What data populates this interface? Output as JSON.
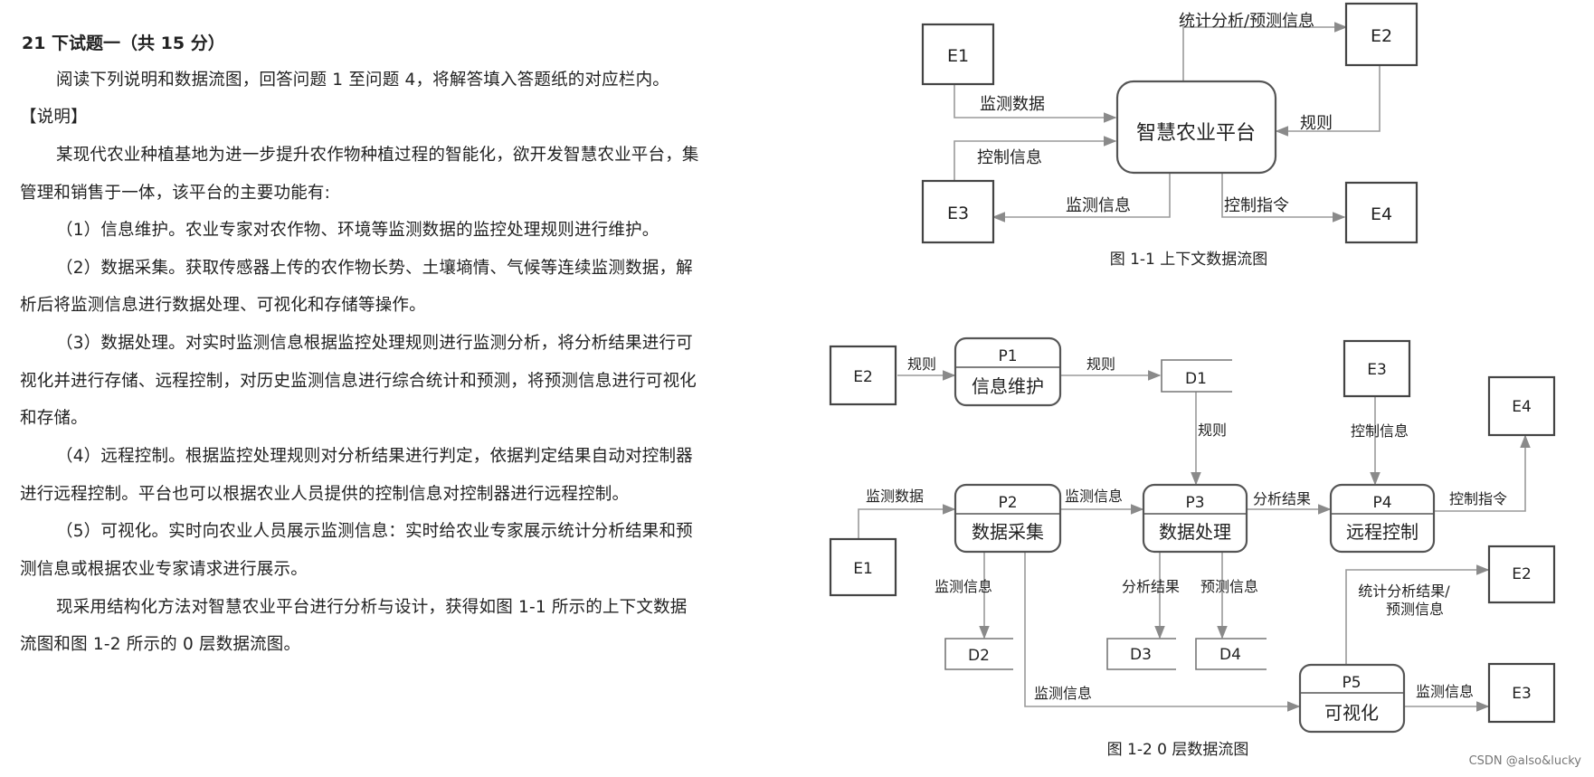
{
  "document": {
    "heading": "21 下试题一（共 15 分）",
    "lines": [
      "阅读下列说明和数据流图，回答问题 1 至问题 4，将解答填入答题纸的对应栏内。",
      "【说明】",
      "某现代农业种植基地为进一步提升农作物种植过程的智能化，欲开发智慧农业平台，集",
      "管理和销售于一体，该平台的主要功能有:",
      "（1）信息维护。农业专家对农作物、环境等监测数据的监控处理规则进行维护。",
      "（2）数据采集。获取传感器上传的农作物长势、土壤墒情、气候等连续监测数据，解",
      "析后将监测信息进行数据处理、可视化和存储等操作。",
      "（3）数据处理。对实时监测信息根据监控处理规则进行监测分析，将分析结果进行可",
      "视化并进行存储、远程控制，对历史监测信息进行综合统计和预测，将预测信息进行可视化",
      "和存储。",
      "（4）远程控制。根据监控处理规则对分析结果进行判定，依据判定结果自动对控制器",
      "进行远程控制。平台也可以根据农业人员提供的控制信息对控制器进行远程控制。",
      "（5）可视化。实时向农业人员展示监测信息：实时给农业专家展示统计分析结果和预",
      "测信息或根据农业专家请求进行展示。",
      "现采用结构化方法对智慧农业平台进行分析与设计，获得如图 1-1 所示的上下文数据",
      "流图和图 1-2 所示的 0 层数据流图。"
    ]
  },
  "context_diagram": {
    "entities": {
      "e1": "E1",
      "e2": "E2",
      "e3": "E3",
      "e4": "E4"
    },
    "system": "智慧农业平台",
    "flows": {
      "e1_to_sys": "监测数据",
      "sys_to_e2": "统计分析/预测信息",
      "e2_to_sys": "规则",
      "e3_to_sys": "控制信息",
      "sys_to_e3": "监测信息",
      "sys_to_e4": "控制指令"
    },
    "caption": "图 1-1  上下文数据流图"
  },
  "level0_diagram": {
    "entities": {
      "e2_top": "E2",
      "e3_top": "E3",
      "e4": "E4",
      "e1": "E1",
      "e2_bottom": "E2",
      "e3_bottom": "E3"
    },
    "processes": {
      "p1": {
        "id": "P1",
        "name": "信息维护"
      },
      "p2": {
        "id": "P2",
        "name": "数据采集"
      },
      "p3": {
        "id": "P3",
        "name": "数据处理"
      },
      "p4": {
        "id": "P4",
        "name": "远程控制"
      },
      "p5": {
        "id": "P5",
        "name": "可视化"
      }
    },
    "stores": {
      "d1": "D1",
      "d2": "D2",
      "d3": "D3",
      "d4": "D4"
    },
    "flows": {
      "e2_p1": "规则",
      "p1_d1": "规则",
      "d1_p3": "规则",
      "e3_p4": "控制信息",
      "p4_e4": "控制指令",
      "e1_p2": "监测数据",
      "p2_p3": "监测信息",
      "p3_p4": "分析结果",
      "p2_d2": "监测信息",
      "p3_d3": "分析结果",
      "p3_d4": "预测信息",
      "p5_e2_line1": "统计分析结果/",
      "p5_e2_line2": "预测信息",
      "p2_p5": "监测信息",
      "p5_e3": "监测信息"
    },
    "caption": "图 1-2    0 层数据流图"
  },
  "watermark": "CSDN @also&lucky",
  "colors": {
    "box_stroke": "#444444",
    "edge": "#9a9a9a",
    "text": "#222222"
  }
}
